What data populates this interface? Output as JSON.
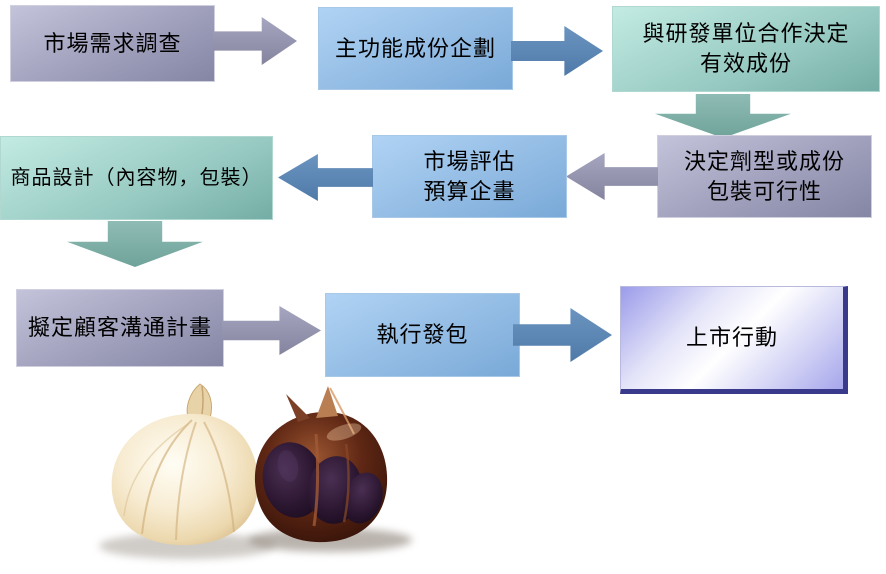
{
  "diagram": {
    "steps": {
      "market_research": "市場需求調查",
      "ingredient_planning": "主功能成份企劃",
      "rnd_cooperation": "與研發單位合作決定\n有效成份",
      "dosage_feasibility": "決定劑型或成份\n包裝可行性",
      "market_evaluation": "市場評估\n預算企畫",
      "product_design": "商品設計（內容物，包裝）",
      "customer_communication": "擬定顧客溝通計畫",
      "outsourcing": "執行發包",
      "launch": "上市行動"
    },
    "colors": {
      "purple_box": "#9a9ab8",
      "blue_box": "#8fb9e2",
      "teal_box": "#97cac2",
      "lavender_box": "#b0b0ee",
      "navy_border": "#3a3a8c",
      "purple_arrow": "#8c8cab",
      "blue_arrow": "#5b85b2",
      "teal_arrow": "#7db1a9",
      "text": "#000000",
      "background": "#ffffff"
    },
    "photo": {
      "description": "white garlic bulb and black garlic bulb"
    }
  }
}
